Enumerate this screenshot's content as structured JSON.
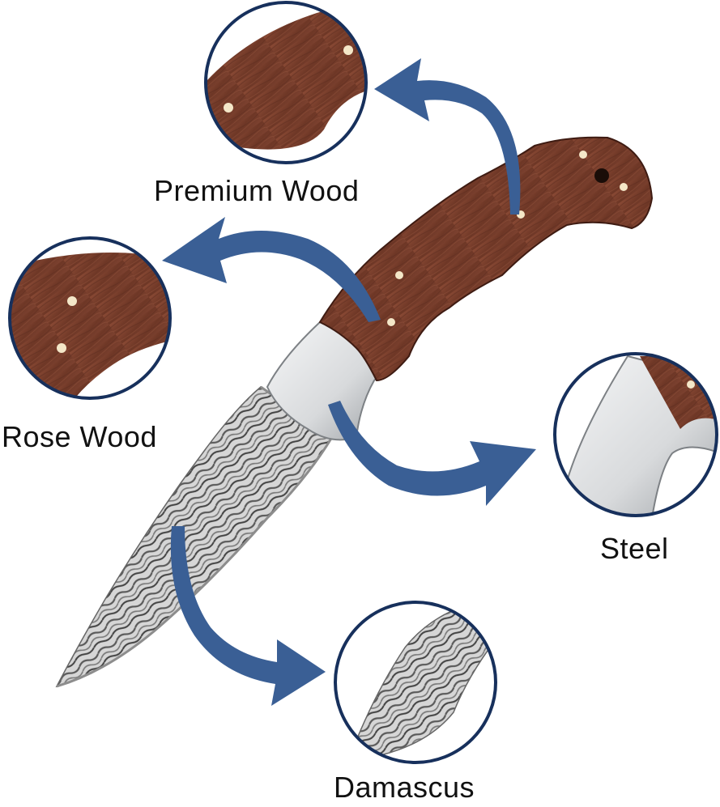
{
  "callouts": [
    {
      "id": "premium",
      "label": "Premium Wood"
    },
    {
      "id": "rose",
      "label": "Rose Wood"
    },
    {
      "id": "steel",
      "label": "Steel"
    },
    {
      "id": "damascus",
      "label": "Damascus"
    }
  ],
  "colors": {
    "background": "#ffffff",
    "arrow": "#3a5f95",
    "circle_border": "#17305c",
    "wood": "#7a3f2f",
    "wood_dark": "#5a2a1e",
    "steel": "#e6e8ea",
    "damascus_light": "#d9d9d9",
    "damascus_dark": "#555555",
    "pin": "#f4e7c8",
    "label_text": "#111111"
  },
  "icons": [
    "curved-arrow-icon"
  ]
}
